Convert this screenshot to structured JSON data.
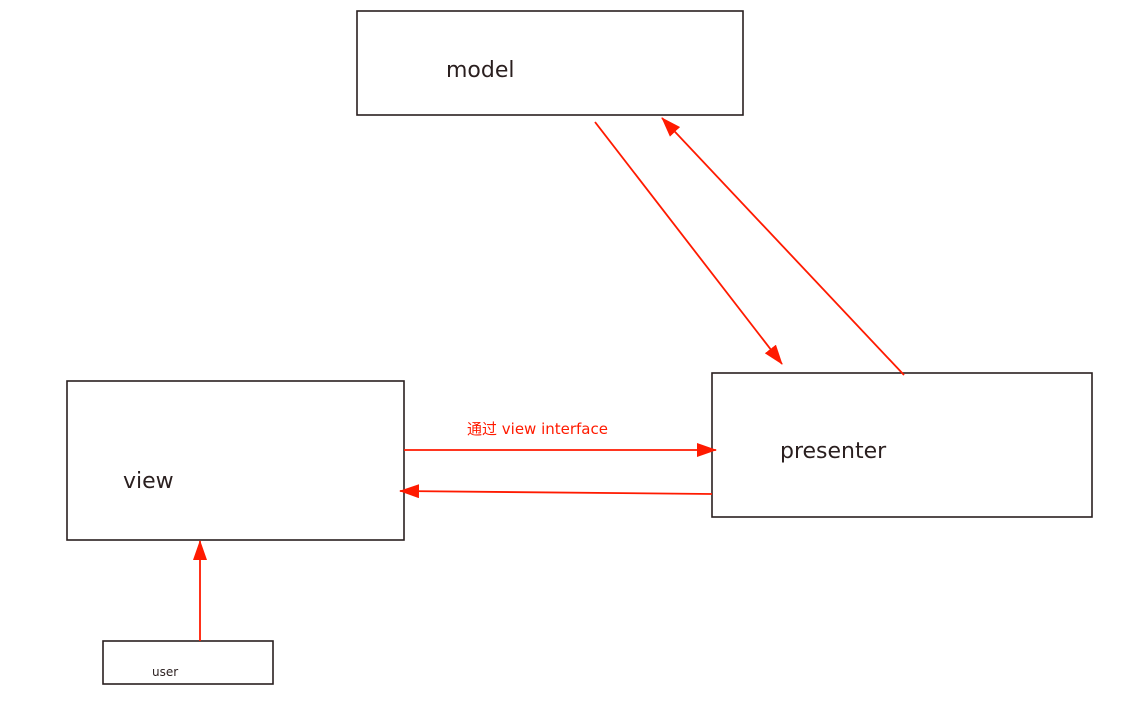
{
  "diagram": {
    "nodes": {
      "model": {
        "label": "model"
      },
      "view": {
        "label": "view"
      },
      "presenter": {
        "label": "presenter"
      },
      "user": {
        "label": "user"
      }
    },
    "edges": [
      {
        "from": "model",
        "to": "presenter",
        "label": ""
      },
      {
        "from": "presenter",
        "to": "model",
        "label": ""
      },
      {
        "from": "view",
        "to": "presenter",
        "label": "通过 view interface"
      },
      {
        "from": "presenter",
        "to": "view",
        "label": ""
      },
      {
        "from": "user",
        "to": "view",
        "label": ""
      }
    ],
    "colors": {
      "box_stroke": "#2a1f1f",
      "text": "#2a1f1f",
      "arrow": "#ff1a00"
    }
  }
}
